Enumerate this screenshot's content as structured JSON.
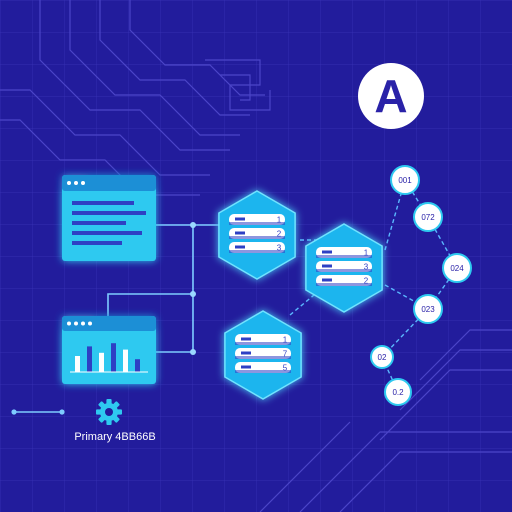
{
  "colors": {
    "background": "#221c9c",
    "grid": "#3a33b8",
    "circuit": "#4b45c8",
    "panel": "#2ec9f0",
    "panel_dark": "#1a8fd6",
    "hex": "#1fb5ee",
    "hex_edge": "#6fe3ff",
    "accent_blue": "#2f3fc4",
    "node_fill": "#ffffff",
    "node_stroke": "#2ec9f0",
    "connector": "#7ecbff",
    "dashed": "#5ab8ff",
    "logo_bg": "#ffffff",
    "logo_fg": "#2a22a8"
  },
  "logo": {
    "letter": "A"
  },
  "database_stacks": [
    {
      "id": "top-left",
      "row_numbers": [
        "1",
        "2",
        "3"
      ]
    },
    {
      "id": "middle-right",
      "row_numbers": [
        "1",
        "3",
        "2"
      ]
    },
    {
      "id": "bottom",
      "row_numbers": [
        "1",
        "7",
        "5"
      ]
    }
  ],
  "nodes": [
    "001",
    "072",
    "024",
    "023",
    "02",
    "0.2"
  ],
  "legend": {
    "caption": "Primary 4BB66B",
    "icon": "gear-icon"
  },
  "chart_panel": {
    "bar_levels": [
      0.5,
      0.8,
      0.6,
      0.9,
      0.7,
      0.4
    ]
  }
}
